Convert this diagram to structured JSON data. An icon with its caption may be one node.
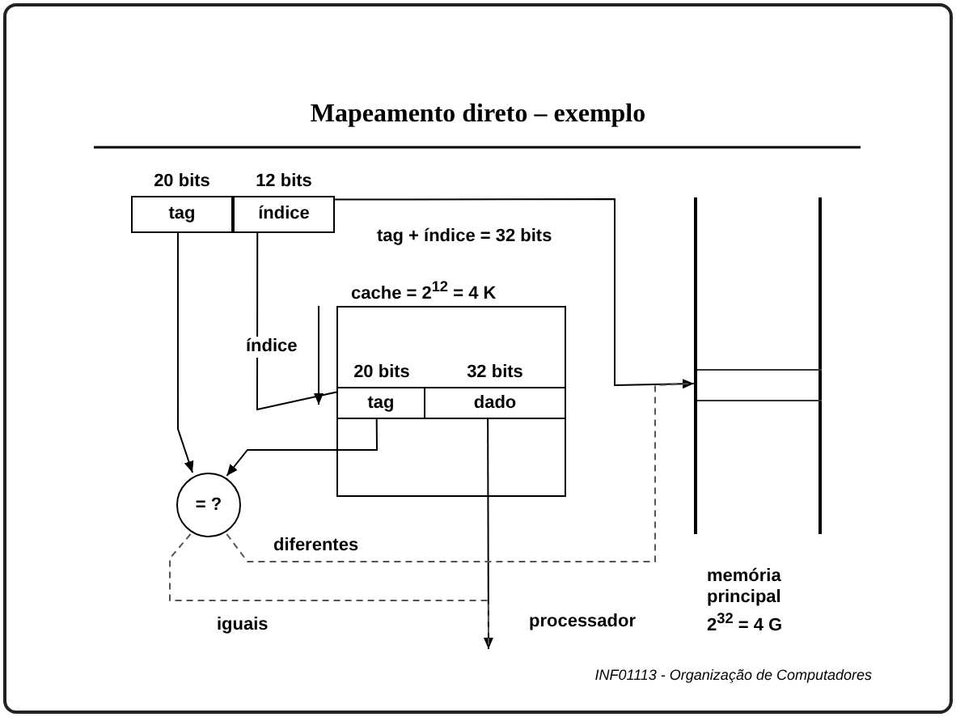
{
  "diagram": {
    "title": "Mapeamento direto – exemplo",
    "caption": "INF01113 - Organização de Computadores",
    "nodes": [
      {
        "text": [
          "tag"
        ],
        "beside": [
          "20 bits"
        ]
      },
      {
        "text": [
          "índice"
        ],
        "beside": [
          "12 bits"
        ]
      },
      {
        "text": [
          "cache = 2$^{12}$ = 4 K"
        ]
      },
      {
        "text": [
          "tag"
        ],
        "beside": [
          "20 bits"
        ],
        "in": 2
      },
      {
        "text": [
          "dado"
        ],
        "beside": [
          "32 bits"
        ],
        "in": 2
      },
      {
        "text": [
          "= ?"
        ]
      },
      {
        "text": [
          "memória principal 2$^{32}$ = 4 G"
        ]
      },
      {
        "text": [],
        "shape": "box",
        "in": 6
      },
      {
        "text": [
          "processador"
        ]
      }
    ],
    "edges": [
      {
        "from": 1,
        "to": 3,
        "arrow": "none",
        "label": "índice"
      },
      {
        "from": 1,
        "to": 7,
        "arrow": "to",
        "label": "tag + índice = 32 bits"
      },
      {
        "from": 0,
        "to": 5,
        "arrow": "to"
      },
      {
        "from": 3,
        "to": 5,
        "arrow": "to"
      },
      {
        "from": 4,
        "to": 8,
        "arrow": "to"
      },
      {
        "from": 5,
        "to": 7,
        "arrow": "none",
        "style": "dashed",
        "label": "diferentes"
      },
      {
        "from": 5,
        "to": 8,
        "arrow": "none",
        "style": "dashed",
        "label": "iguais"
      }
    ]
  }
}
